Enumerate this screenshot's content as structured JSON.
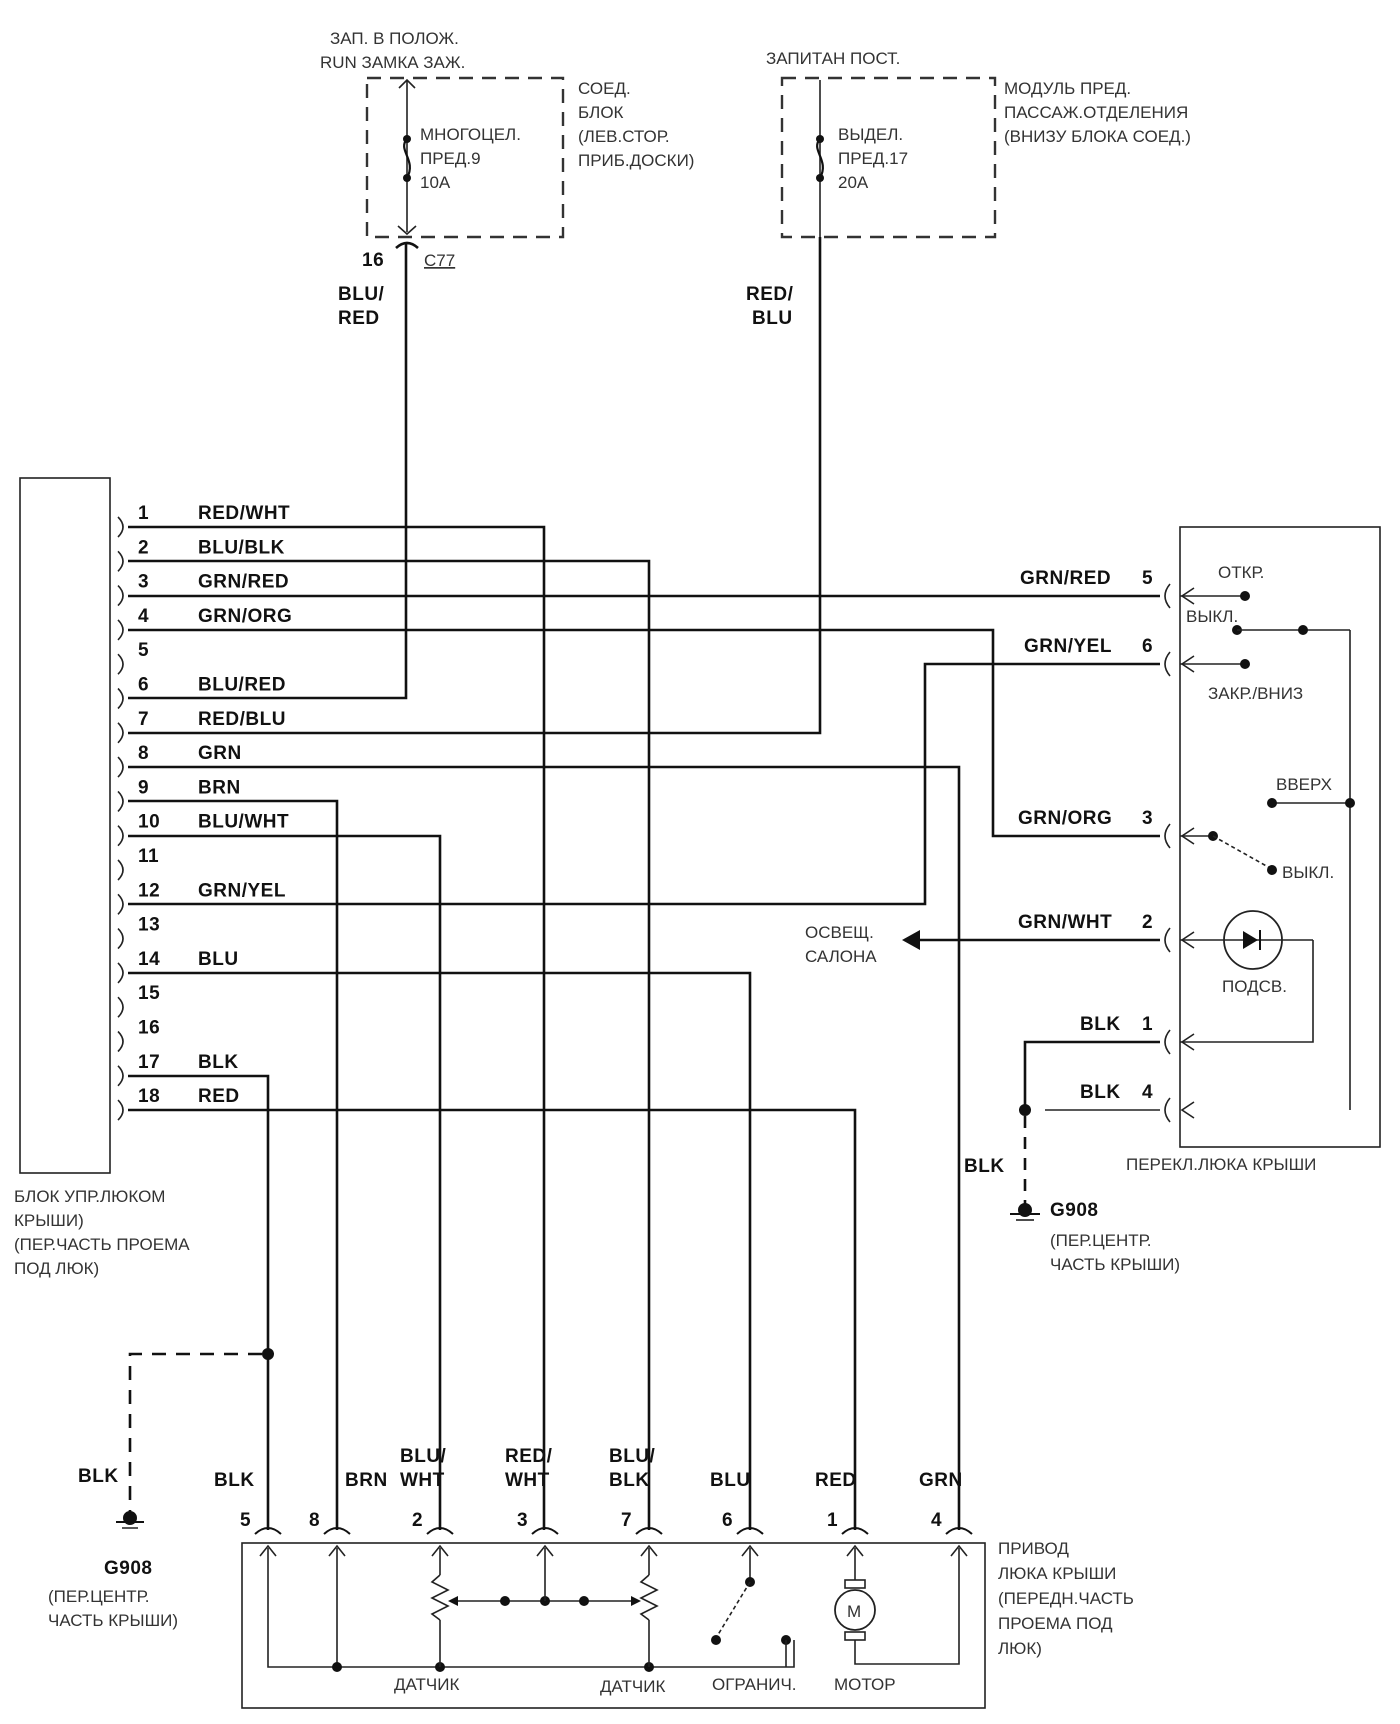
{
  "fuse_blocks": [
    {
      "supply_label": [
        "ЗАП. В ПОЛОЖ.",
        "RUN ЗАМКА ЗАЖ."
      ],
      "fuse_label": [
        "МНОГОЦЕЛ.",
        "ПРЕД.9",
        "10A"
      ],
      "block_label": [
        "СОЕД.",
        "БЛОК",
        "(ЛЕВ.СТОР.",
        "ПРИБ.ДОСКИ)"
      ],
      "connector_pin": "16",
      "connector_id": "C77",
      "wire": [
        "BLU/",
        "RED"
      ]
    },
    {
      "supply_label": [
        "ЗАПИТАН ПОСТ."
      ],
      "fuse_label": [
        "ВЫДЕЛ.",
        "ПРЕД.17",
        "20A"
      ],
      "block_label": [
        "МОДУЛЬ ПРЕД.",
        "ПАССАЖ.ОТДЕЛЕНИЯ",
        "(ВНИЗУ БЛОКА СОЕД.)"
      ],
      "wire": [
        "RED/",
        "BLU"
      ]
    }
  ],
  "control_module": {
    "label": [
      "БЛОК УПР.ЛЮКОМ",
      "КРЫШИ)",
      "(ПЕР.ЧАСТЬ ПРОЕМА",
      "ПОД ЛЮК)"
    ],
    "pins": [
      {
        "n": "1",
        "wire": "RED/WHT"
      },
      {
        "n": "2",
        "wire": "BLU/BLK"
      },
      {
        "n": "3",
        "wire": "GRN/RED"
      },
      {
        "n": "4",
        "wire": "GRN/ORG"
      },
      {
        "n": "5",
        "wire": ""
      },
      {
        "n": "6",
        "wire": "BLU/RED"
      },
      {
        "n": "7",
        "wire": "RED/BLU"
      },
      {
        "n": "8",
        "wire": "GRN"
      },
      {
        "n": "9",
        "wire": "BRN"
      },
      {
        "n": "10",
        "wire": "BLU/WHT"
      },
      {
        "n": "11",
        "wire": ""
      },
      {
        "n": "12",
        "wire": "GRN/YEL"
      },
      {
        "n": "13",
        "wire": ""
      },
      {
        "n": "14",
        "wire": "BLU"
      },
      {
        "n": "15",
        "wire": ""
      },
      {
        "n": "16",
        "wire": ""
      },
      {
        "n": "17",
        "wire": "BLK"
      },
      {
        "n": "18",
        "wire": "RED"
      }
    ]
  },
  "switch": {
    "label": "ПЕРЕКЛ.ЛЮКА КРЫШИ",
    "pins": [
      {
        "wire": "GRN/RED",
        "n": "5"
      },
      {
        "wire": "GRN/YEL",
        "n": "6"
      },
      {
        "wire": "GRN/ORG",
        "n": "3"
      },
      {
        "wire": "GRN/WHT",
        "n": "2"
      },
      {
        "wire": "BLK",
        "n": "1"
      },
      {
        "wire": "BLK",
        "n": "4"
      }
    ],
    "positions": {
      "open": "ОТКР.",
      "off_top": "ВЫКЛ.",
      "close_down": "ЗАКР./ВНИЗ",
      "up": "ВВЕРХ",
      "off_bottom": "ВЫКЛ.",
      "backlight": "ПОДСВ."
    }
  },
  "interior_light": [
    "ОСВЕЩ.",
    "САЛОНА"
  ],
  "ground_right": {
    "wire": "BLK",
    "id": "G908",
    "label": [
      "(ПЕР.ЦЕНТР.",
      "ЧАСТЬ КРЫШИ)"
    ]
  },
  "ground_left": {
    "wire": "BLK",
    "id": "G908",
    "label": [
      "(ПЕР.ЦЕНТР.",
      "ЧАСТЬ КРЫШИ)"
    ]
  },
  "actuator": {
    "label": [
      "ПРИВОД",
      "ЛЮКА КРЫШИ",
      "(ПЕРЕДН.ЧАСТЬ",
      "ПРОЕМА ПОД",
      "ЛЮК)"
    ],
    "pins": [
      {
        "n": "5",
        "wire": [
          "BLK"
        ]
      },
      {
        "n": "8",
        "wire": [
          "BRN"
        ]
      },
      {
        "n": "2",
        "wire": [
          "BLU/",
          "WHT"
        ]
      },
      {
        "n": "3",
        "wire": [
          "RED/",
          "WHT"
        ]
      },
      {
        "n": "7",
        "wire": [
          "BLU/",
          "BLK"
        ]
      },
      {
        "n": "6",
        "wire": [
          "BLU"
        ]
      },
      {
        "n": "1",
        "wire": [
          "RED"
        ]
      },
      {
        "n": "4",
        "wire": [
          "GRN"
        ]
      }
    ],
    "components": {
      "sensor1": "ДАТЧИК",
      "sensor2": "ДАТЧИК",
      "limit": "ОГРАНИЧ.",
      "motor": "МОТОР",
      "motor_symbol": "M"
    }
  }
}
